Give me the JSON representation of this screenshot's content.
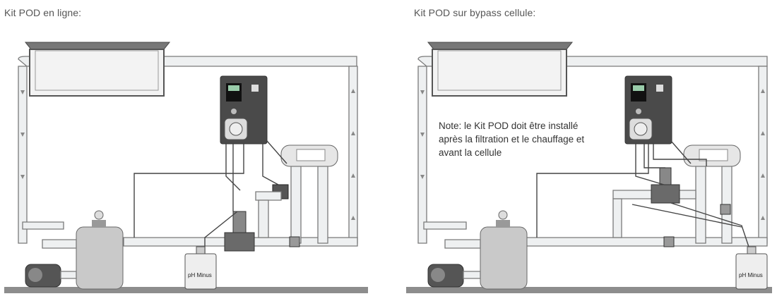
{
  "titles": {
    "left": "Kit POD en ligne:",
    "right": "Kit POD sur bypass cellule:"
  },
  "note": "Note: le Kit POD doit être installé après la filtration et le chauffage et avant la cellule",
  "labels": {
    "ph_minus_left": "pH Minus",
    "ph_minus_right": "pH Minus"
  },
  "colors": {
    "pipe_fill": "#eef0f1",
    "pipe_stroke": "#7a7a7a",
    "floor": "#8d8d8d",
    "controller_body": "#4a4a4a"
  }
}
